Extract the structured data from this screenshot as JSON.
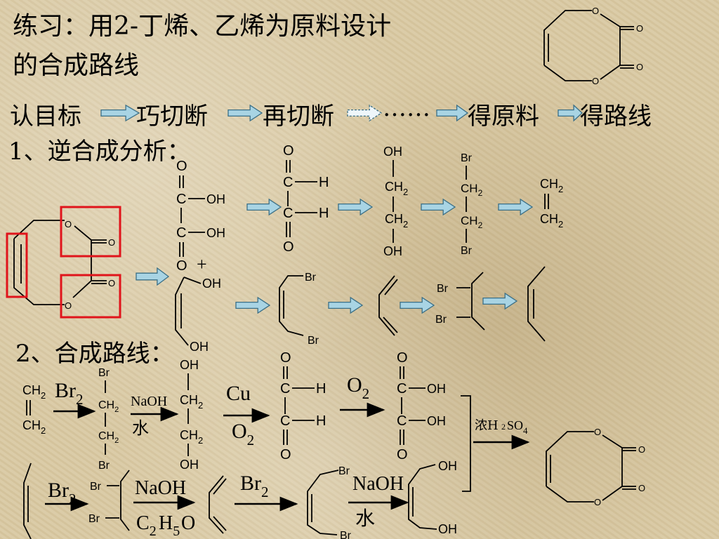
{
  "title": {
    "line1": "练习：用2-丁烯、乙烯为原料设计",
    "line2": "的合成路线"
  },
  "steps": [
    "认目标",
    "巧切断",
    "再切断",
    "……",
    "得原料",
    "得路线"
  ],
  "sections": {
    "analysis": "1、逆合成分析：",
    "route": "2、合成路线："
  },
  "atoms": {
    "O": "O",
    "C": "C",
    "H": "H",
    "OH": "OH",
    "Br": "Br",
    "CH2": "CH",
    "sub2": "2"
  },
  "plus": "+",
  "reagents": {
    "br": "Br",
    "sub2": "2",
    "naoh": "NaOH",
    "water": "水",
    "cu": "Cu",
    "o": "O",
    "c": "C",
    "h": "H",
    "conc_h2so4": "浓H",
    "h2so4_tail": "SO",
    "sub4": "4"
  },
  "colors": {
    "highlight_box": "#e0141b",
    "arrow_fill": "#a8d4e4",
    "arrow_stroke": "#3b6f86",
    "ink": "#000000"
  }
}
